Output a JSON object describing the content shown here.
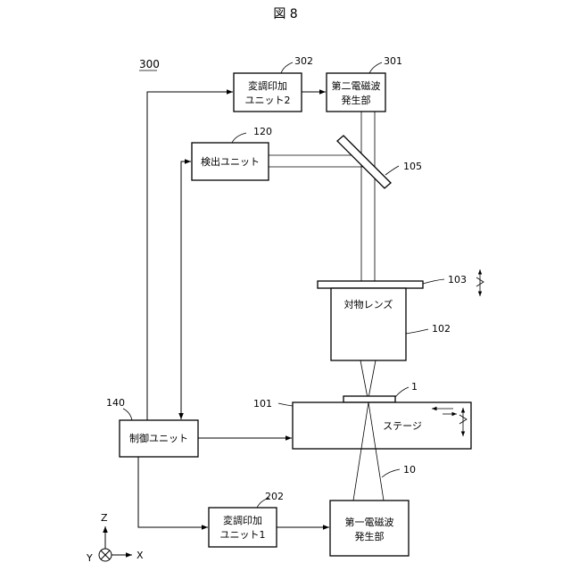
{
  "figure_title": "図 8",
  "system_ref": "300",
  "boxes": {
    "modulator2": {
      "line1": "変調印加",
      "line2": "ユニット2",
      "ref": "302"
    },
    "em2": {
      "line1": "第二電磁波",
      "line2": "発生部",
      "ref": "301"
    },
    "detector": {
      "label": "検出ユニット",
      "ref": "120"
    },
    "mirror": {
      "ref": "105"
    },
    "lens_plate": {
      "ref": "103"
    },
    "objective": {
      "label": "対物レンズ",
      "ref": "102"
    },
    "sample": {
      "ref": "1"
    },
    "stage": {
      "label": "ステージ",
      "ref": "101"
    },
    "controller": {
      "label": "制御ユニット",
      "ref": "140"
    },
    "beam": {
      "ref": "10"
    },
    "modulator1": {
      "line1": "変調印加",
      "line2": "ユニット1",
      "ref": "202"
    },
    "em1": {
      "line1": "第一電磁波",
      "line2": "発生部"
    }
  },
  "axes": {
    "z": "Z",
    "x": "X",
    "y": "Y"
  }
}
